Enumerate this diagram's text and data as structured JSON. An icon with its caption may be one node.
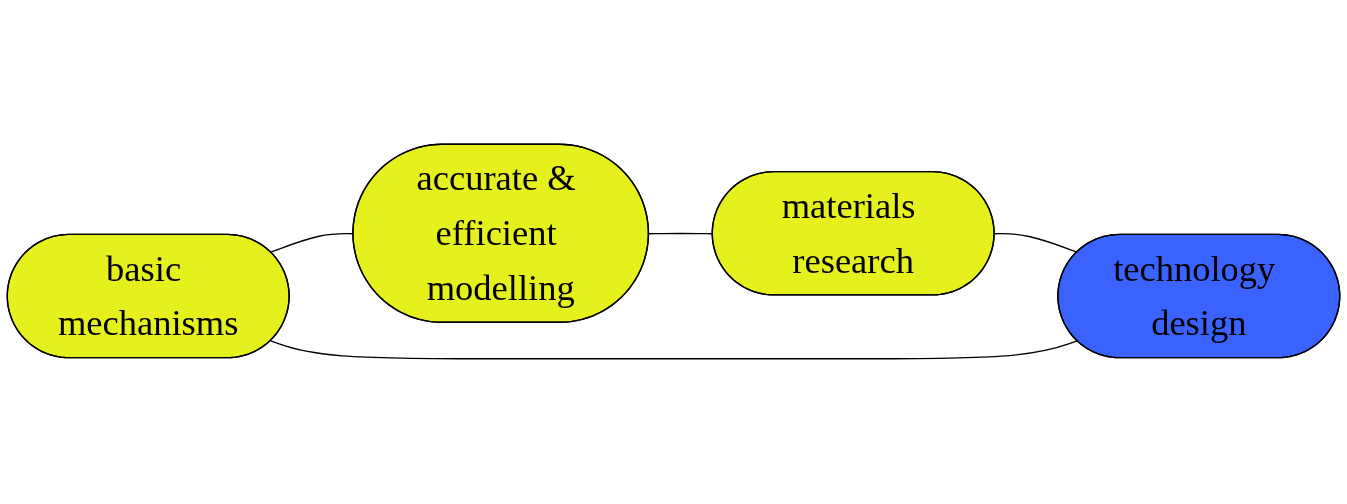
{
  "diagram": {
    "nodes": [
      {
        "text": [
          "basic mechanisms"
        ]
      },
      {
        "text": [
          "accurate & efficient modelling"
        ]
      },
      {
        "text": [
          "technology design"
        ]
      },
      {
        "text": [
          "materials research"
        ]
      }
    ],
    "edges": [
      {
        "from": 0,
        "to": 1,
        "arrow": "none"
      },
      {
        "from": 1,
        "to": 3,
        "arrow": "none"
      },
      {
        "from": 3,
        "to": 2,
        "arrow": "none"
      },
      {
        "from": 2,
        "to": 0,
        "arrow": "none"
      }
    ]
  }
}
